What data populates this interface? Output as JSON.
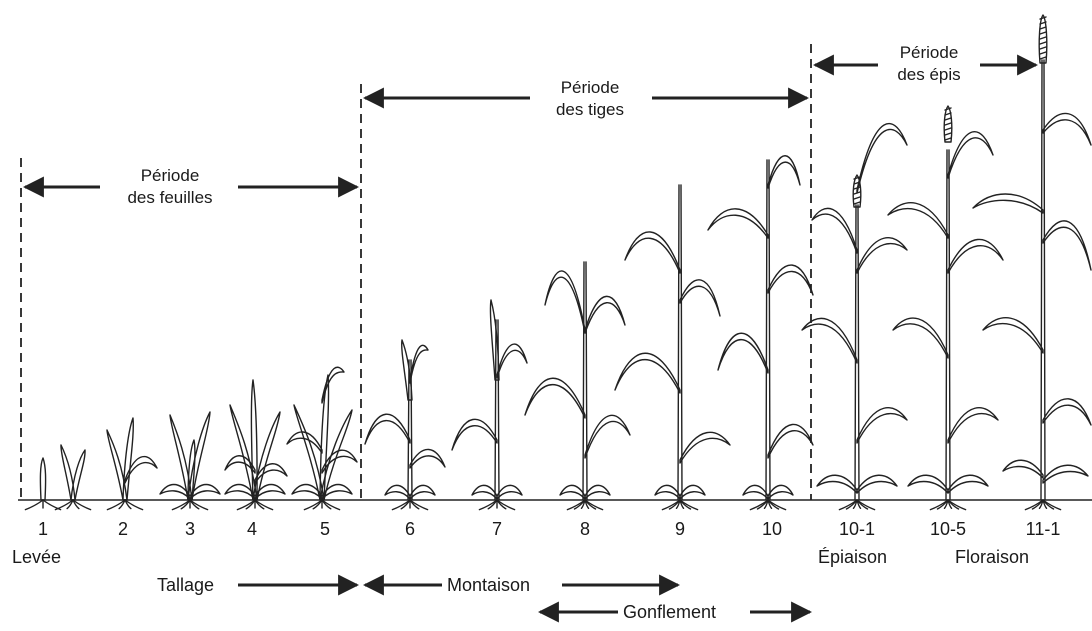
{
  "periods": {
    "leaves": {
      "line1": "Période",
      "line2": "des feuilles"
    },
    "stems": {
      "line1": "Période",
      "line2": "des tiges"
    },
    "ears": {
      "line1": "Période",
      "line2": "des épis"
    }
  },
  "stages": [
    "1",
    "2",
    "3",
    "4",
    "5",
    "6",
    "7",
    "8",
    "9",
    "10",
    "10-1",
    "10-5",
    "11-1"
  ],
  "phase_labels": {
    "emergence": "Levée",
    "heading": "Épiaison",
    "flowering": "Floraison"
  },
  "bottom_arrows": {
    "tillering": "Tallage",
    "stem_extension": "Montaison",
    "booting": "Gonflement"
  },
  "colors": {
    "ink": "#222222",
    "background": "#ffffff"
  }
}
